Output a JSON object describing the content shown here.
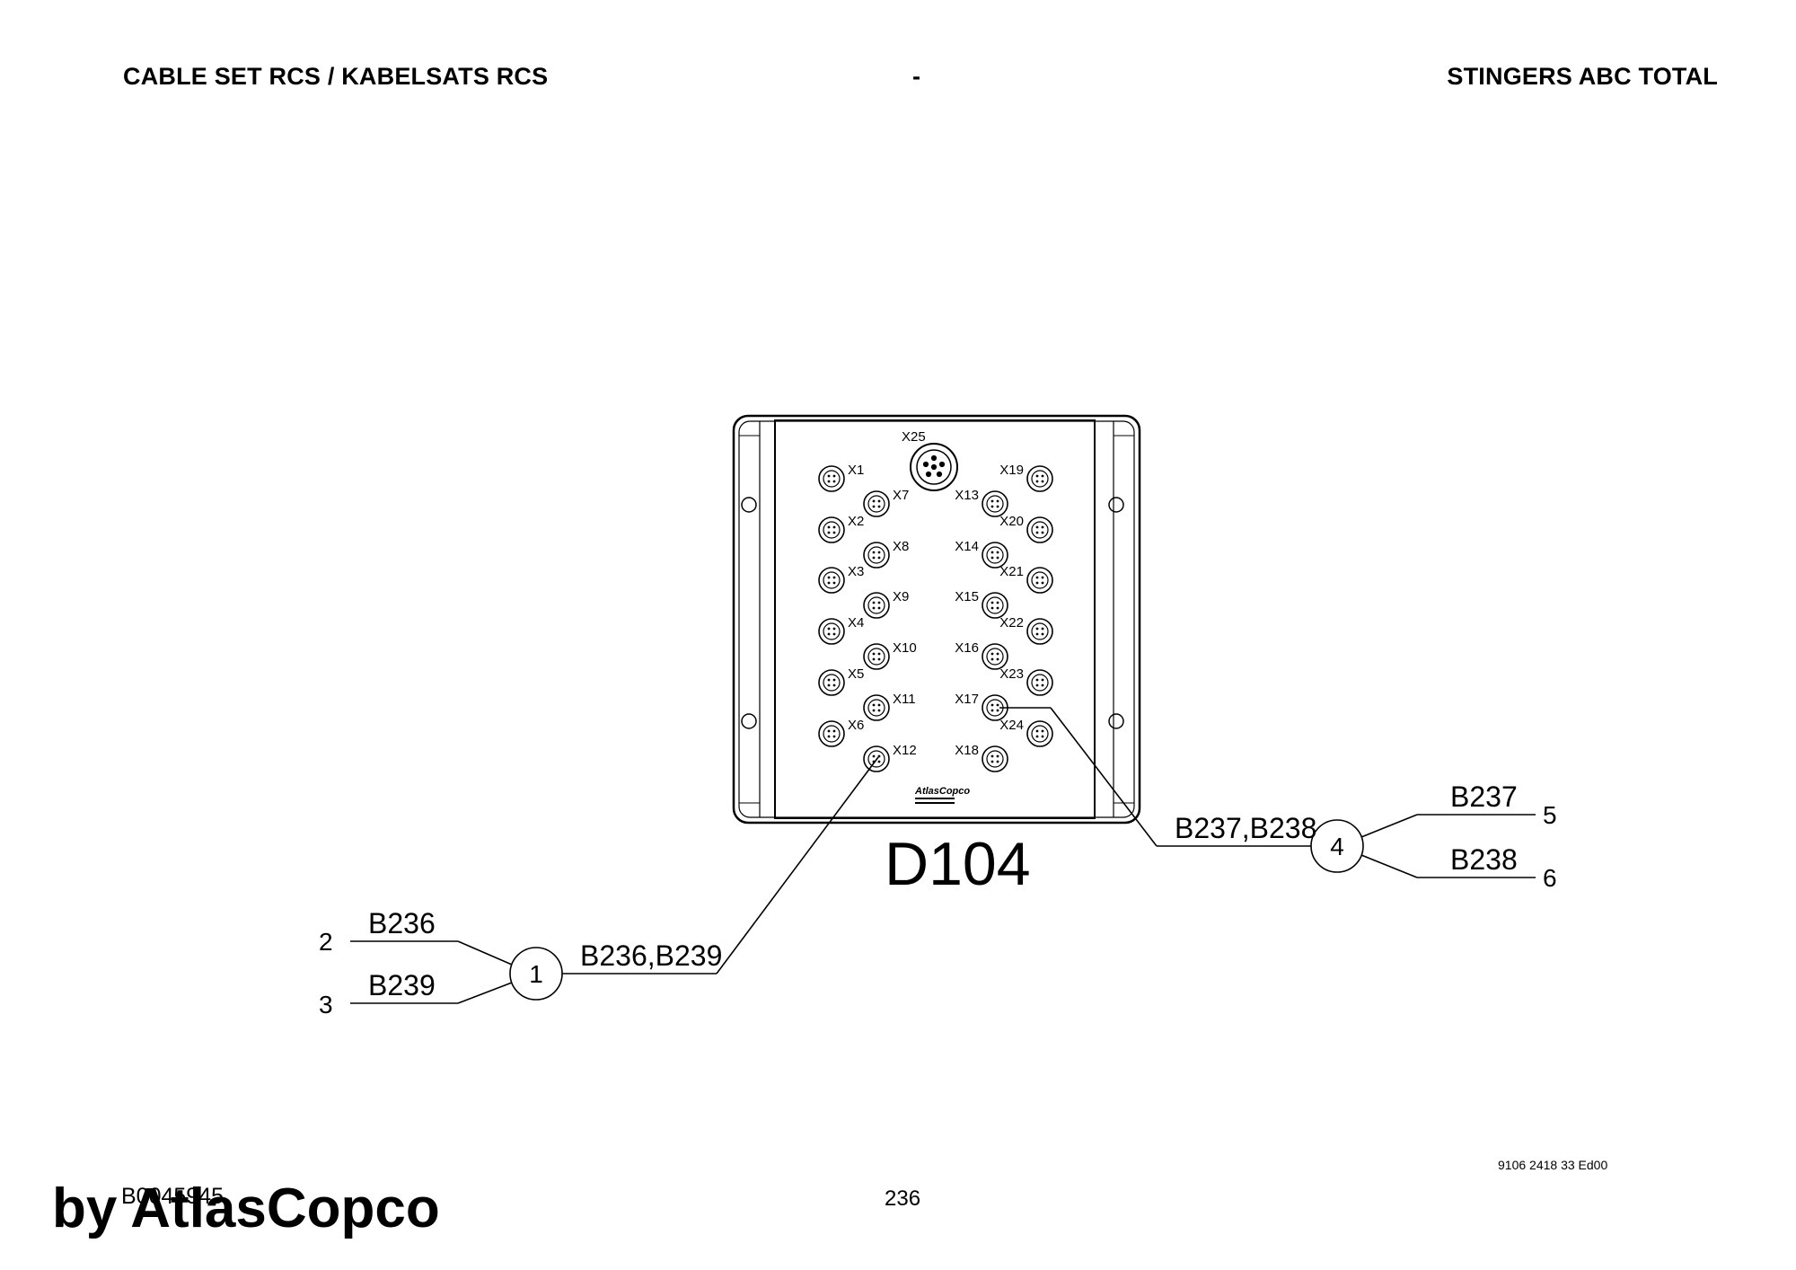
{
  "header": {
    "left": "CABLE SET RCS / KABELSATS RCS",
    "middle": "-",
    "right": "STINGERS ABC TOTAL"
  },
  "module": {
    "name": "D104",
    "main_port": "X25",
    "logo_text": "AtlasCopco",
    "ports": [
      "X1",
      "X2",
      "X3",
      "X4",
      "X5",
      "X6",
      "X7",
      "X8",
      "X9",
      "X10",
      "X11",
      "X12",
      "X13",
      "X14",
      "X15",
      "X16",
      "X17",
      "X18",
      "X19",
      "X20",
      "X21",
      "X22",
      "X23",
      "X24"
    ]
  },
  "callouts": [
    {
      "number": "1",
      "trunk": "B236,B239",
      "branches": [
        {
          "cable": "B236",
          "item": "2"
        },
        {
          "cable": "B239",
          "item": "3"
        }
      ]
    },
    {
      "number": "4",
      "trunk": "B237,B238",
      "branches": [
        {
          "cable": "B237",
          "item": "5"
        },
        {
          "cable": "B238",
          "item": "6"
        }
      ]
    }
  ],
  "footer": {
    "image_ref": "B0045945",
    "page_number": "236",
    "doc_code": "9106 2418 33 Ed00",
    "brand": "by AtlasCopco"
  }
}
